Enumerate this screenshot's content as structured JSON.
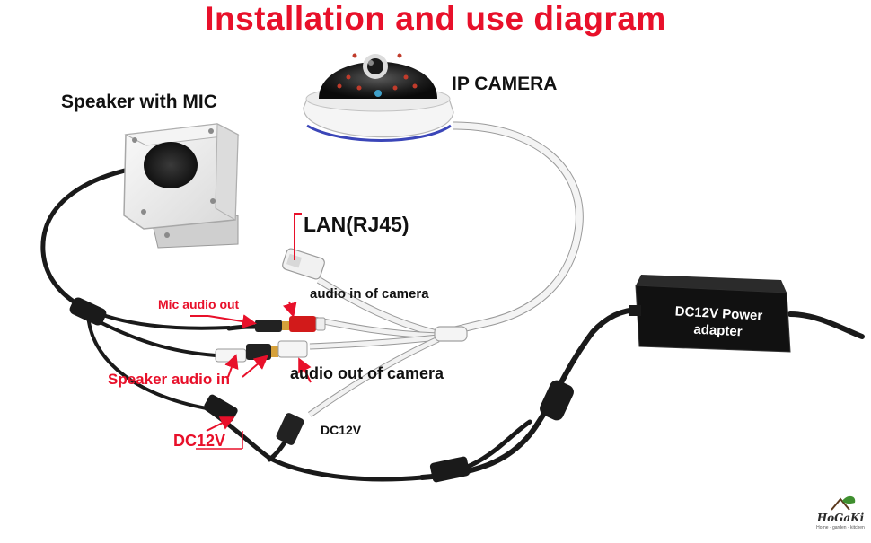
{
  "title": "Installation and use diagram",
  "labels": {
    "speaker_with_mic": "Speaker with MIC",
    "ip_camera": "IP CAMERA",
    "lan": "LAN(RJ45)",
    "mic_audio_out": "Mic audio out",
    "audio_in_of_camera": "audio in of camera",
    "speaker_audio_in": "Speaker audio in",
    "audio_out_of_camera": "audio out of camera",
    "dc12v_left": "DC12V",
    "dc12v_right": "DC12V",
    "power_adapter_line1": "DC12V Power",
    "power_adapter_line2": "adapter"
  },
  "logo": {
    "name": "HoGaKi",
    "tagline": "Home · garden · kitchen"
  },
  "colors": {
    "title_red": "#e8102a",
    "cable_white": "#f2f2f2",
    "cable_black": "#1a1a1a",
    "arrow_red": "#e8102a"
  }
}
